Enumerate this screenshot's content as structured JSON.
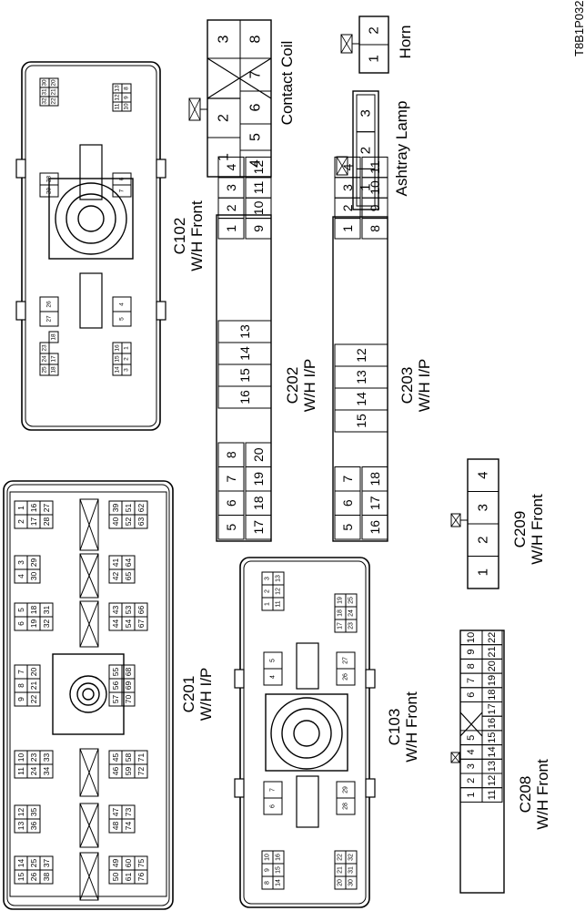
{
  "figure_id": "T8B1P032",
  "connectors": {
    "c102": {
      "name": "C102",
      "harness": "W/H Front",
      "pins": [
        "1",
        "2",
        "3",
        "4",
        "5",
        "6",
        "7",
        "8",
        "9",
        "10",
        "11",
        "12",
        "13",
        "14",
        "15",
        "16",
        "17",
        "18",
        "20",
        "21",
        "22",
        "23",
        "24",
        "25",
        "26",
        "27",
        "28",
        "29",
        "30",
        "31",
        "32"
      ]
    },
    "c201": {
      "name": "C201",
      "harness": "W/H I/P",
      "pins": [
        "1",
        "2",
        "3",
        "4",
        "5",
        "6",
        "7",
        "8",
        "9",
        "10",
        "11",
        "12",
        "13",
        "14",
        "15",
        "16",
        "17",
        "18",
        "19",
        "20",
        "21",
        "22",
        "23",
        "24",
        "25",
        "26",
        "27",
        "28",
        "29",
        "30",
        "31",
        "32",
        "33",
        "34",
        "35",
        "36",
        "37",
        "38",
        "39",
        "40",
        "41",
        "42",
        "43",
        "44",
        "45",
        "46",
        "47",
        "48",
        "49",
        "50",
        "51",
        "52",
        "53",
        "54",
        "55",
        "56",
        "57",
        "58",
        "59",
        "60",
        "61",
        "62",
        "63",
        "64",
        "65",
        "66",
        "67",
        "68",
        "69",
        "70",
        "71",
        "72",
        "73",
        "74",
        "75",
        "76"
      ]
    },
    "c103": {
      "name": "C103",
      "harness": "W/H Front",
      "pins": [
        "1",
        "2",
        "3",
        "4",
        "5",
        "6",
        "7",
        "8",
        "9",
        "10",
        "11",
        "12",
        "13",
        "14",
        "15",
        "16",
        "17",
        "18",
        "19",
        "20",
        "21",
        "22",
        "23",
        "24",
        "25",
        "26",
        "27",
        "28",
        "29",
        "30",
        "31",
        "32"
      ]
    },
    "c202": {
      "name": "C202",
      "harness": "W/H I/P",
      "pins": [
        "1",
        "2",
        "3",
        "4",
        "5",
        "6",
        "7",
        "8",
        "9",
        "10",
        "11",
        "12",
        "13",
        "14",
        "15",
        "16",
        "17",
        "18",
        "19",
        "20"
      ]
    },
    "c203": {
      "name": "C203",
      "harness": "W/H I/P",
      "pins": [
        "1",
        "2",
        "3",
        "4",
        "5",
        "6",
        "7",
        "8",
        "9",
        "10",
        "11",
        "12",
        "13",
        "14",
        "15",
        "16",
        "17",
        "18"
      ]
    },
    "c208": {
      "name": "C208",
      "harness": "W/H Front",
      "pins": [
        "1",
        "2",
        "3",
        "4",
        "5",
        "6",
        "7",
        "8",
        "9",
        "10",
        "11",
        "12",
        "13",
        "14",
        "15",
        "16",
        "17",
        "18",
        "19",
        "20",
        "21",
        "22"
      ]
    },
    "c209": {
      "name": "C209",
      "harness": "W/H Front",
      "pins": [
        "1",
        "2",
        "3",
        "4"
      ]
    },
    "contact_coil": {
      "name": "Contact Coil",
      "pins": [
        "1",
        "2",
        "3",
        "4",
        "5",
        "6",
        "7",
        "8"
      ]
    },
    "ashtray_lamp": {
      "name": "Ashtray Lamp",
      "pins": [
        "1",
        "2",
        "3"
      ]
    },
    "horn": {
      "name": "Horn",
      "pins": [
        "1",
        "2"
      ]
    }
  }
}
